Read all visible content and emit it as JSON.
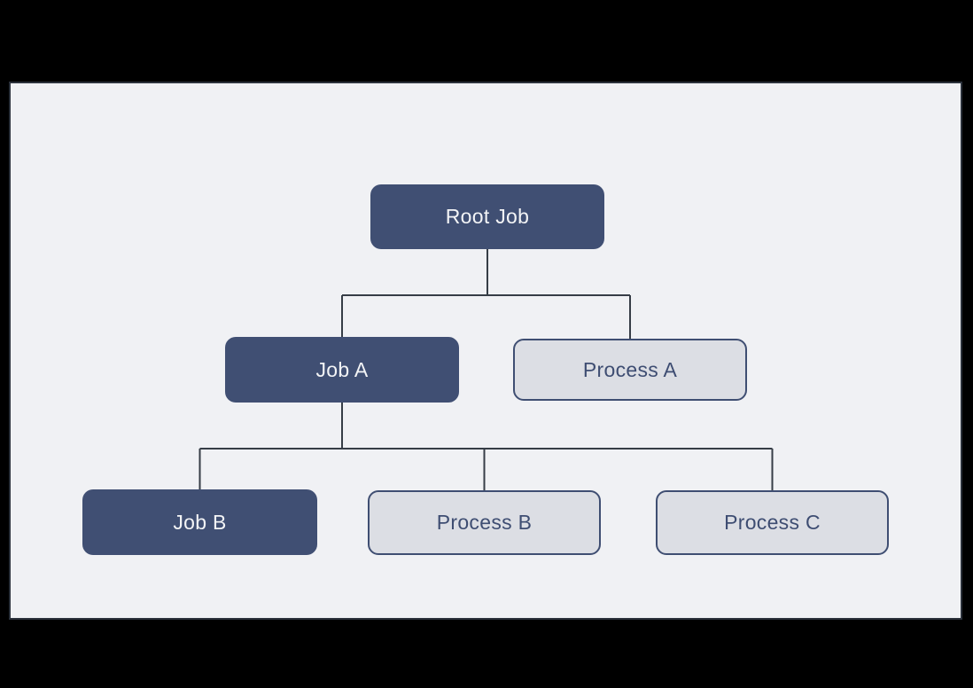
{
  "colors": {
    "page_background": "#000000",
    "canvas_background": "#f0f1f4",
    "canvas_border": "#2b313b",
    "job_fill": "#404f73",
    "job_text": "#f3f4f6",
    "process_fill": "#dcdee4",
    "process_border": "#3f4e72",
    "process_text": "#3e4d72",
    "connector": "#363d46"
  },
  "diagram": {
    "type": "tree",
    "nodes": [
      {
        "id": "root-job",
        "label": "Root Job",
        "kind": "job"
      },
      {
        "id": "job-a",
        "label": "Job A",
        "kind": "job"
      },
      {
        "id": "process-a",
        "label": "Process A",
        "kind": "process"
      },
      {
        "id": "job-b",
        "label": "Job B",
        "kind": "job"
      },
      {
        "id": "process-b",
        "label": "Process B",
        "kind": "process"
      },
      {
        "id": "process-c",
        "label": "Process C",
        "kind": "process"
      }
    ],
    "edges": [
      {
        "from": "root-job",
        "to": "job-a"
      },
      {
        "from": "root-job",
        "to": "process-a"
      },
      {
        "from": "job-a",
        "to": "job-b"
      },
      {
        "from": "job-a",
        "to": "process-b"
      },
      {
        "from": "job-a",
        "to": "process-c"
      }
    ]
  }
}
